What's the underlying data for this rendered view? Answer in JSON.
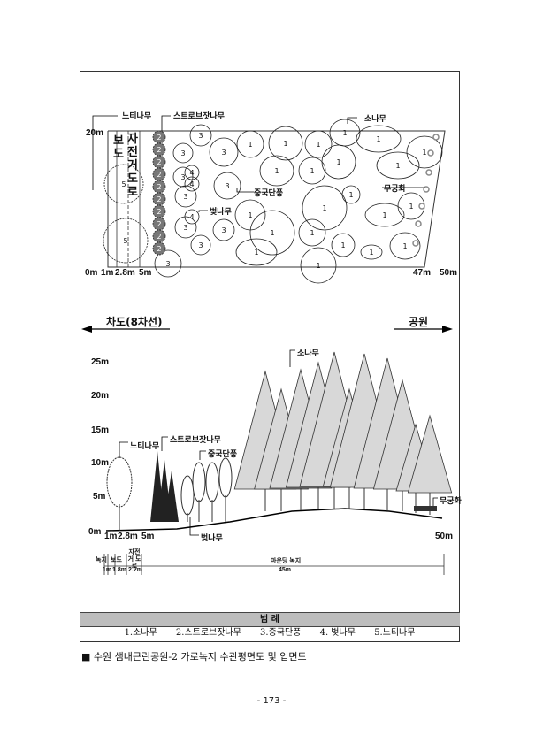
{
  "plan": {
    "labels": {
      "zelkova": "느티나무",
      "strobus": "스트로브잣나무",
      "pine": "소나무",
      "maple": "중국단풍",
      "cherry": "벚나무",
      "hibiscus": "무궁화"
    },
    "strip_sidewalk": "보도",
    "strip_bike": "자전거도로",
    "y_label": "20m",
    "x_labels": [
      "0m",
      "1m",
      "2.8m",
      "5m",
      "47m",
      "50m"
    ],
    "trees": [
      "1",
      "1",
      "1",
      "1",
      "1",
      "1",
      "1",
      "1",
      "1",
      "1",
      "1",
      "1",
      "1",
      "1",
      "1",
      "1",
      "1",
      "1",
      "1",
      "1",
      "1",
      "1",
      "3",
      "3",
      "3",
      "3",
      "3",
      "3",
      "3",
      "3",
      "3",
      "3",
      "2",
      "2",
      "2",
      "2",
      "2",
      "2",
      "2",
      "2",
      "2",
      "2",
      "4",
      "4",
      "4",
      "5",
      "5"
    ]
  },
  "section": {
    "left_arrow": "차도(8차선)",
    "right_arrow": "공원",
    "y_labels": [
      "25m",
      "20m",
      "15m",
      "10m",
      "5m",
      "0m"
    ],
    "x_labels": [
      "1m",
      "2.8m",
      "5m",
      "50m"
    ],
    "labels": {
      "pine": "소나무",
      "strobus": "스트로브잣나무",
      "zelkova": "느티나무",
      "maple": "중국단풍",
      "cherry": "벚나무",
      "hibiscus": "무궁화"
    }
  },
  "dimensions": {
    "zones": [
      "녹지",
      "보도",
      "자전거 도로",
      "마운딩 녹지"
    ],
    "widths": [
      "1m",
      "1.8m",
      "2.2m",
      "45m"
    ]
  },
  "legend": {
    "title": "범  례",
    "items": [
      "1.소나무",
      "2.스트로브잣나무",
      "3.중국단풍",
      "4. 벚나무",
      "5.느티나무"
    ]
  },
  "caption": "■ 수원 샘내근린공원-2 가로녹지 수관평면도 및 입면도",
  "page_number": "- 173 -"
}
